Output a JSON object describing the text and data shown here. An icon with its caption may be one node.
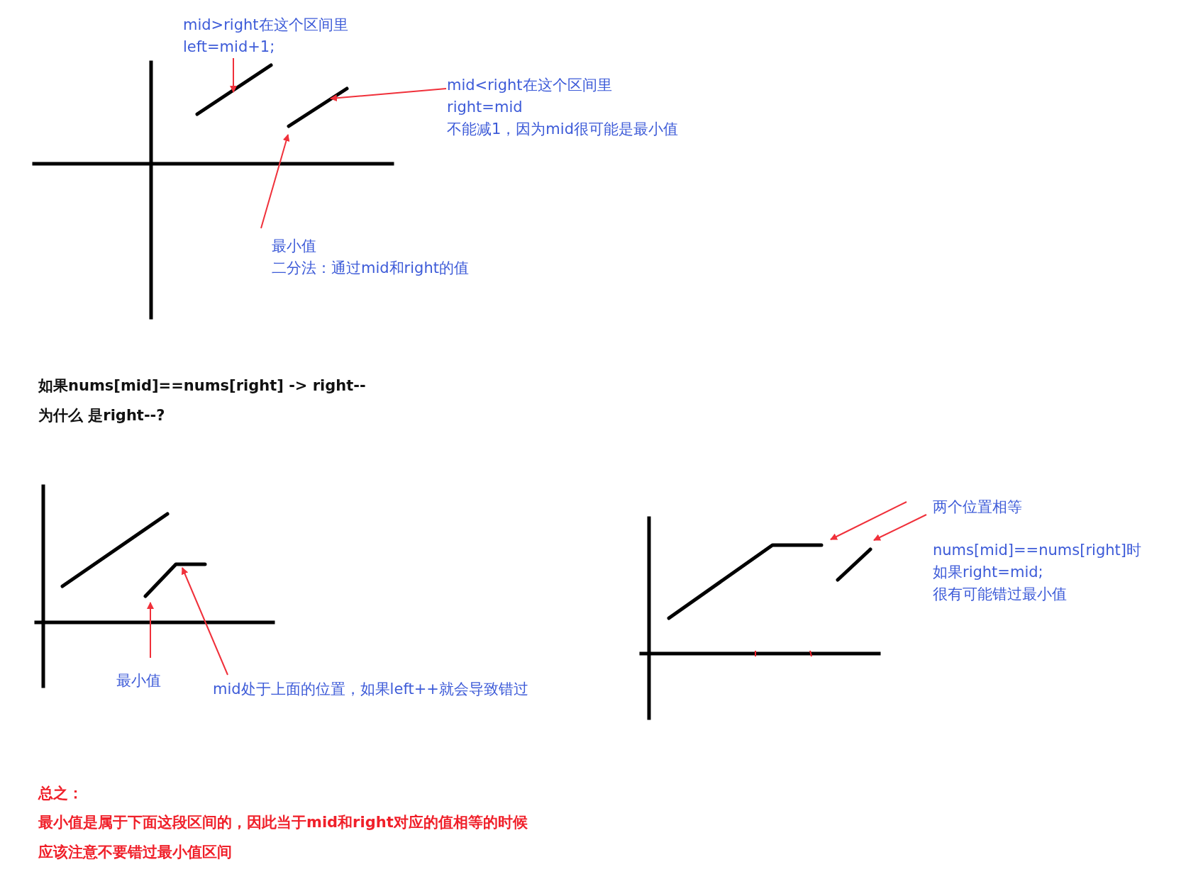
{
  "diagram": {
    "nodes": [
      {
        "text": [
          "mid>right在这个区间里",
          "left=mid+1;"
        ]
      },
      {
        "text": [
          "mid<right在这个区间里",
          "right=mid",
          "不能减1，因为mid很可能是最小值"
        ]
      },
      {
        "text": [],
        "shape": "line"
      },
      {
        "text": [],
        "shape": "line"
      },
      {
        "text": [
          "最小值",
          "二分法：通过mid和right的值"
        ]
      },
      {
        "text": [],
        "shape": "line"
      },
      {
        "text": [],
        "shape": "line"
      },
      {
        "text": [
          "最小值"
        ]
      },
      {
        "text": [
          "mid处于上面的位置，如果left++就会导致错过"
        ]
      },
      {
        "text": [
          "两个位置相等"
        ]
      },
      {
        "text": [],
        "shape": "line"
      },
      {
        "text": [],
        "shape": "line"
      }
    ],
    "edges": [
      {
        "from": 0,
        "to": 2,
        "arrow": "to"
      },
      {
        "from": 1,
        "to": 3,
        "arrow": "to"
      },
      {
        "from": 4,
        "to": 3,
        "arrow": "to"
      },
      {
        "from": 7,
        "to": 6,
        "arrow": "to"
      },
      {
        "from": 8,
        "to": 6,
        "arrow": "to"
      },
      {
        "from": 9,
        "to": 10,
        "arrow": "to"
      },
      {
        "from": 9,
        "to": 11,
        "arrow": "to"
      }
    ],
    "labels": [
      "如果nums[mid]==nums[right] -> right--",
      "为什么 是right--?",
      "nums[mid]==nums[right]时",
      "如果right=mid;",
      "很有可能错过最小值",
      "总之：",
      "最小值是属于下面这段区间的，因此当于mid和right对应的值相等的时候",
      "应该注意不要错过最小值区间"
    ]
  }
}
